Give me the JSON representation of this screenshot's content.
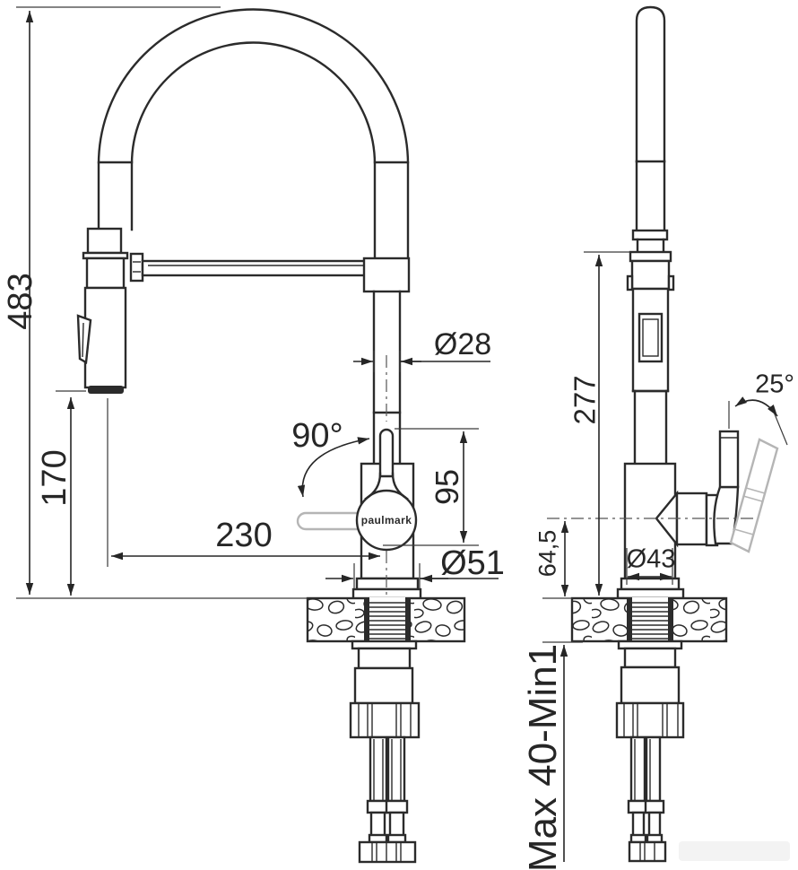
{
  "title": "Kitchen faucet installation dimension drawing",
  "brand": {
    "logo": "paulmark"
  },
  "dimensions": {
    "overall_height": {
      "text": "483"
    },
    "spout_bottom_height": {
      "text": "170"
    },
    "spout_reach": {
      "text": "230"
    },
    "spout_diameter": {
      "text": "Ø28"
    },
    "spout_swivel": {
      "text": "90°"
    },
    "lever_height": {
      "text": "95"
    },
    "base_flange_diameter": {
      "text": "Ø51"
    },
    "side_body_height": {
      "text": "277"
    },
    "lever_tilt": {
      "text": "25°"
    },
    "body_diameter": {
      "text": "Ø43"
    },
    "axis_to_deck": {
      "text": "64,5"
    },
    "deck_thickness_range": {
      "text": "Max 40-Min1"
    }
  },
  "colors": {
    "line": "#2b2b2b",
    "ghost": "#b5b5b5",
    "label": "#262626",
    "background": "#ffffff"
  }
}
